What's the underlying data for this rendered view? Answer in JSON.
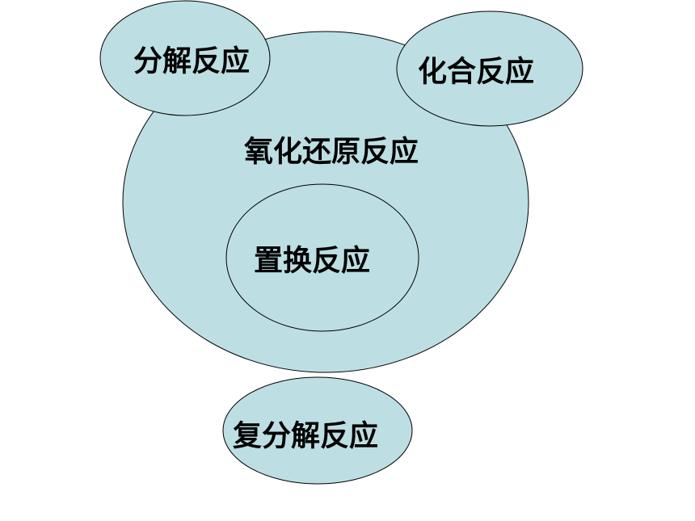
{
  "diagram": {
    "colors": {
      "fill": "#bddfe3",
      "stroke": "#000000",
      "text": "#000000"
    },
    "redox": "氧化还原反应",
    "replacement": "置换反应",
    "decomposition": "分解反应",
    "combination": "化合反应",
    "double_decomposition": "复分解反应"
  }
}
